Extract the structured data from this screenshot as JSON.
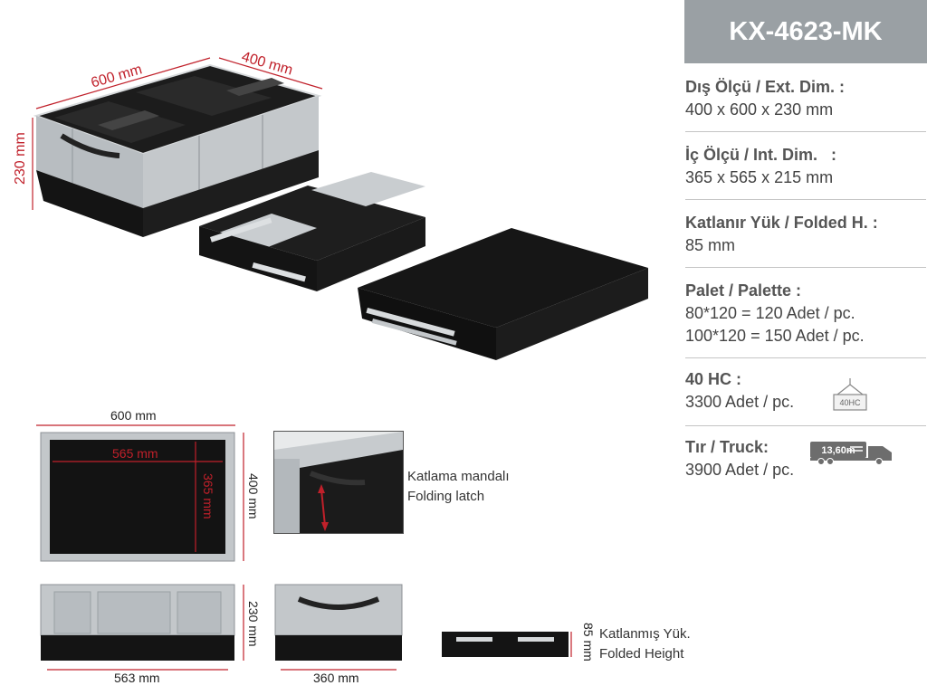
{
  "product": {
    "code": "KX-4623-MK"
  },
  "specs": [
    {
      "label": "Dış Ölçü / Ext. Dim. :",
      "values": [
        "400 x 600 x 230 mm"
      ]
    },
    {
      "label": "İç Ölçü / Int. Dim.   :",
      "values": [
        "365 x 565 x 215 mm"
      ]
    },
    {
      "label": "Katlanır Yük / Folded H. :",
      "values": [
        "85 mm"
      ]
    },
    {
      "label": "Palet / Palette :",
      "values": [
        "80*120 = 120 Adet / pc.",
        "100*120 = 150 Adet / pc."
      ]
    },
    {
      "label": "40 HC :",
      "values": [
        "3300 Adet / pc."
      ]
    },
    {
      "label": "Tır / Truck:",
      "values": [
        "3900 Adet / pc."
      ]
    }
  ],
  "icons": {
    "container_label": "40HC",
    "truck_label": "13,60m"
  },
  "iso_view": {
    "length": "600 mm",
    "width": "400 mm",
    "height": "230 mm"
  },
  "top_view": {
    "outer_length": "600 mm",
    "inner_length": "565 mm",
    "inner_width": "365 mm",
    "outer_width": "400 mm"
  },
  "latch": {
    "line1": "Katlama mandalı",
    "line2": "Folding latch"
  },
  "side_view": {
    "height": "230 mm",
    "length": "563 mm"
  },
  "end_view": {
    "width": "360 mm"
  },
  "folded_view": {
    "height": "85 mm",
    "line1": "Katlanmış Yük.",
    "line2": "Folded Height"
  },
  "colors": {
    "accent": "#c0202a",
    "header_bg": "#9aa0a4",
    "crate_grey": "#b9bec2",
    "crate_black": "#1a1a1a"
  }
}
